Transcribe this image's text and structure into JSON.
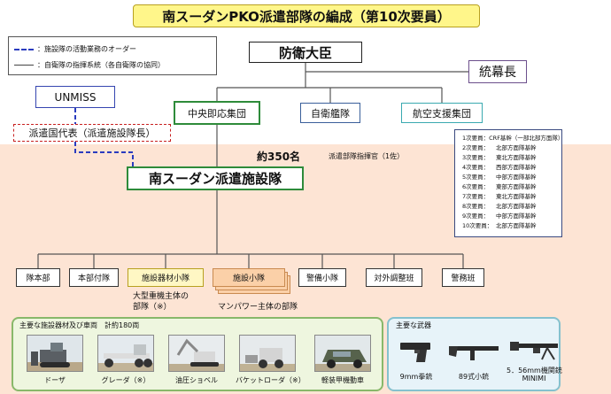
{
  "title": "南スーダンPKO派遣部隊の編成（第10次要員）",
  "legend": {
    "dashed_label": "：施設隊の活動業務のオーダー",
    "solid_label": "：自衛隊の指揮系統（各自衛隊の協同）"
  },
  "nodes": {
    "minister": "防衛大臣",
    "joint_staff": "統幕長",
    "unmiss": "UNMISS",
    "central": "中央即応集団",
    "fleet": "自衛艦隊",
    "air_support": "航空支援集団",
    "representative": "派遣国代表（派遣施設隊長）",
    "unit": "南スーダン派遣施設隊"
  },
  "strength": {
    "count": "約350名",
    "commander": "派遣部隊指揮官（1佐）"
  },
  "rotations": [
    {
      "label": "1次要員：",
      "value": "CRF基幹（一部北部方面隊）"
    },
    {
      "label": "2次要員：",
      "value": "北部方面隊基幹"
    },
    {
      "label": "3次要員：",
      "value": "東北方面隊基幹"
    },
    {
      "label": "4次要員：",
      "value": "西部方面隊基幹"
    },
    {
      "label": "5次要員：",
      "value": "中部方面隊基幹"
    },
    {
      "label": "6次要員：",
      "value": "東部方面隊基幹"
    },
    {
      "label": "7次要員：",
      "value": "東北方面隊基幹"
    },
    {
      "label": "8次要員：",
      "value": "北部方面隊基幹"
    },
    {
      "label": "9次要員：",
      "value": "中部方面隊基幹"
    },
    {
      "label": "10次要員：",
      "value": "北部方面隊基幹"
    }
  ],
  "subunits": [
    "隊本部",
    "本部付隊",
    "施設器材小隊",
    "施設小隊",
    "警備小隊",
    "対外調整班",
    "警務班"
  ],
  "subunit_notes": {
    "equipment_platoon": "大型重機主体の\n部隊（※）",
    "construction_platoon": "マンパワー主体の部隊"
  },
  "equipment": {
    "title": "主要な施設器材及び車両　計約180両",
    "items": [
      "ドーザ",
      "グレーダ（※）",
      "油圧ショベル",
      "バケットローダ（※）",
      "軽装甲機動車"
    ]
  },
  "weapons": {
    "title": "主要な武器",
    "items": [
      "9mm拳銃",
      "89式小銃",
      "5．56mm機関銃\nMINIMI"
    ]
  },
  "colors": {
    "title_bg": "#fff68a",
    "peach_bg": "#fde4d4",
    "command_green": "#2e8b3a",
    "order_blue": "#2a3bbf",
    "rep_red": "#c82020"
  }
}
